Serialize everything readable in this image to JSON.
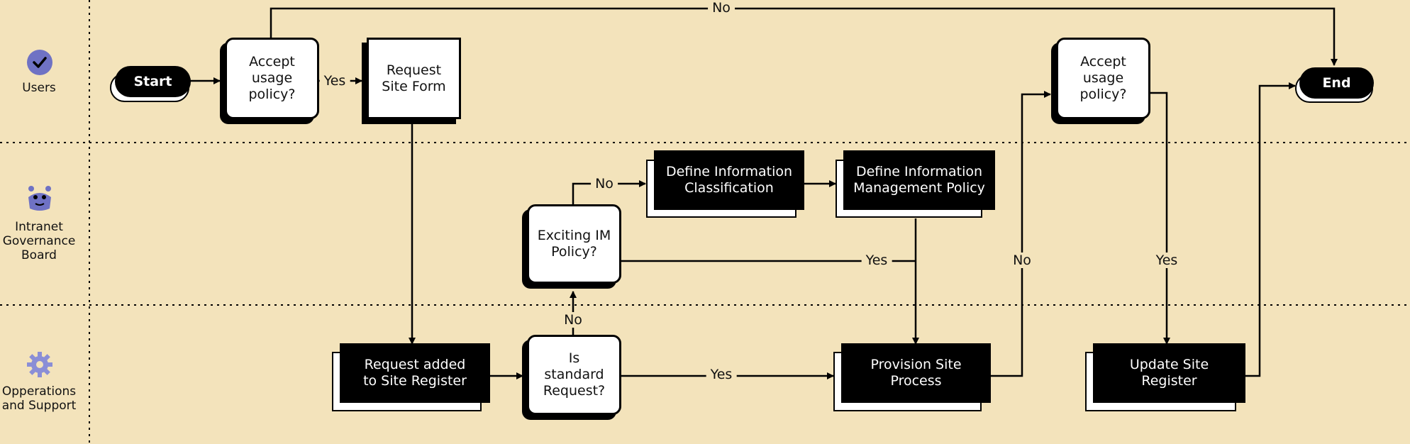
{
  "lanes": [
    {
      "id": "users",
      "label": "Users",
      "icon": "check-badge-icon",
      "color": "#6f72c4"
    },
    {
      "id": "board",
      "label": "Intranet\nGovernance\nBoard",
      "icon": "robot-mascot-icon",
      "color": "#6f72c4"
    },
    {
      "id": "ops",
      "label": "Opperations\nand Support",
      "icon": "gear-icon",
      "color": "#8a8ed6"
    }
  ],
  "nodes": {
    "start": "Start",
    "accept1": "Accept\nusage\npolicy?",
    "request_form": "Request\nSite Form",
    "define_class": "Define Information\nClassification",
    "define_policy": "Define Information\nManagement Policy",
    "accept2": "Accept\nusage\npolicy?",
    "end": "End",
    "exciting": "Exciting IM\nPolicy?",
    "request_added": "Request added\nto Site Register",
    "is_standard": "Is\nstandard\nRequest?",
    "provision": "Provision Site\nProcess",
    "update": "Update Site\nRegister"
  },
  "edge_labels": {
    "top_no": "No",
    "accept1_yes": "Yes",
    "exciting_no": "No",
    "standard_no": "No",
    "exciting_yes": "Yes",
    "standard_yes": "Yes",
    "provision_no": "No",
    "accept2_yes": "Yes"
  },
  "colors": {
    "background": "#f3e3bb",
    "ink": "#000000",
    "box_fill": "#ffffff",
    "icon": "#6f72c4"
  }
}
